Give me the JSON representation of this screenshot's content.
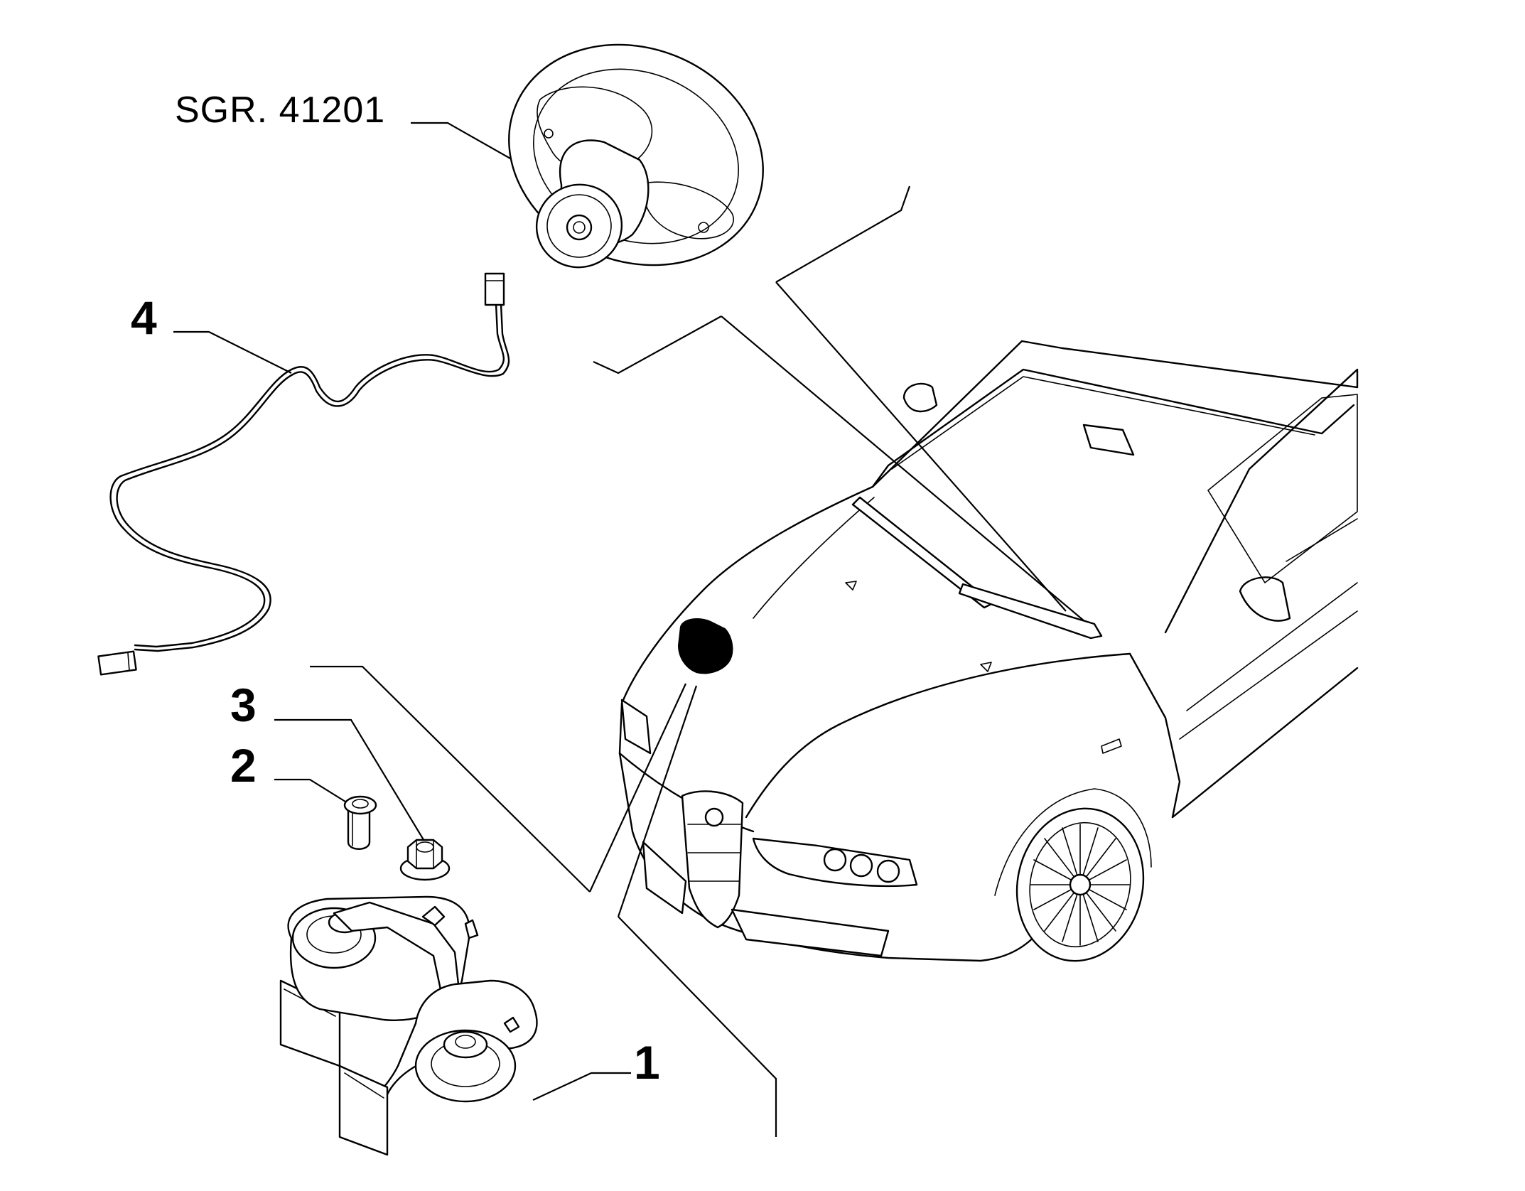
{
  "reference_label": "SGR. 41201",
  "callouts": [
    {
      "number": "1"
    },
    {
      "number": "2"
    },
    {
      "number": "3"
    },
    {
      "number": "4"
    }
  ],
  "icons": {
    "steering_wheel": "steering-wheel-icon",
    "wiring_harness": "wiring-harness-icon",
    "rivet_nut": "rivet-nut-icon",
    "flange_nut": "flange-nut-icon",
    "horn": "horn-icon",
    "car": "car-icon"
  }
}
